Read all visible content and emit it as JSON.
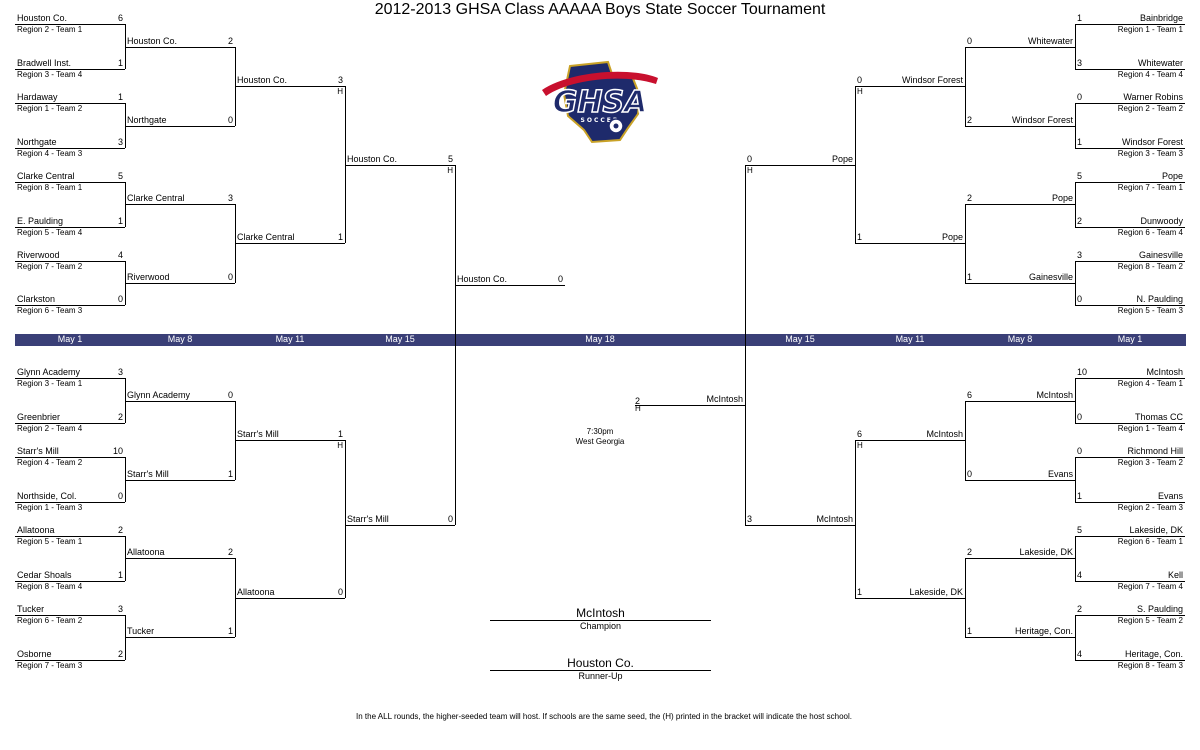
{
  "title": "2012-2013 GHSA Class AAAAA Boys State Soccer Tournament",
  "footnote": "In the ALL rounds, the higher-seeded team will host.  If schools are the same seed, the (H) printed in the bracket will indicate the host school.",
  "logo": {
    "text": "GHSA",
    "subtext": "SOCCER"
  },
  "dates": [
    "May 1",
    "May 8",
    "May 11",
    "May 15",
    "May 18",
    "May 15",
    "May 11",
    "May 8",
    "May 1"
  ],
  "final": {
    "home_marker": "H",
    "time": "7:30pm",
    "venue": "West Georgia"
  },
  "results": {
    "champion": {
      "name": "McIntosh",
      "label": "Champion"
    },
    "runner_up": {
      "name": "Houston Co.",
      "label": "Runner-Up"
    }
  },
  "colors": {
    "date_bar": "#3a3f77",
    "logo_navy": "#1e2a6b",
    "logo_red": "#c8102e",
    "logo_gold": "#c9a227"
  },
  "first_round_left": [
    {
      "name": "Houston Co.",
      "region": "Region 2 - Team 1",
      "score": "6"
    },
    {
      "name": "Bradwell Inst.",
      "region": "Region 3 - Team 4",
      "score": "1"
    },
    {
      "name": "Hardaway",
      "region": "Region 1 - Team 2",
      "score": "1"
    },
    {
      "name": "Northgate",
      "region": "Region 4 - Team 3",
      "score": "3"
    },
    {
      "name": "Clarke Central",
      "region": "Region 8 - Team 1",
      "score": "5"
    },
    {
      "name": "E. Paulding",
      "region": "Region 5 - Team 4",
      "score": "1"
    },
    {
      "name": "Riverwood",
      "region": "Region 7 - Team 2",
      "score": "4"
    },
    {
      "name": "Clarkston",
      "region": "Region 6 - Team 3",
      "score": "0"
    },
    {
      "name": "Glynn Academy",
      "region": "Region 3 - Team 1",
      "score": "3"
    },
    {
      "name": "Greenbrier",
      "region": "Region 2 - Team 4",
      "score": "2"
    },
    {
      "name": "Starr's Mill",
      "region": "Region 4 - Team 2",
      "score": "10"
    },
    {
      "name": "Northside, Col.",
      "region": "Region 1 - Team 3",
      "score": "0"
    },
    {
      "name": "Allatoona",
      "region": "Region 5 - Team 1",
      "score": "2"
    },
    {
      "name": "Cedar Shoals",
      "region": "Region 8 - Team 4",
      "score": "1"
    },
    {
      "name": "Tucker",
      "region": "Region 6 - Team 2",
      "score": "3"
    },
    {
      "name": "Osborne",
      "region": "Region 7 - Team 3",
      "score": "2"
    }
  ],
  "second_round_left": [
    {
      "name": "Houston Co.",
      "score": "2"
    },
    {
      "name": "Northgate",
      "score": "0"
    },
    {
      "name": "Clarke Central",
      "score": "3"
    },
    {
      "name": "Riverwood",
      "score": "0"
    },
    {
      "name": "Glynn Academy",
      "score": "0"
    },
    {
      "name": "Starr's Mill",
      "score": "1"
    },
    {
      "name": "Allatoona",
      "score": "2"
    },
    {
      "name": "Tucker",
      "score": "1"
    }
  ],
  "quarterfinal_left": [
    {
      "name": "Houston Co.",
      "score": "3",
      "host": "H"
    },
    {
      "name": "Clarke Central",
      "score": "1",
      "host": ""
    },
    {
      "name": "Starr's Mill",
      "score": "1",
      "host": "H"
    },
    {
      "name": "Allatoona",
      "score": "0",
      "host": ""
    }
  ],
  "semifinal_left": [
    {
      "name": "Houston Co.",
      "score": "5",
      "host": "H"
    },
    {
      "name": "Starr's Mill",
      "score": "0",
      "host": ""
    }
  ],
  "final_left": {
    "name": "Houston Co.",
    "score": "0"
  },
  "final_right": {
    "name": "McIntosh",
    "score": "2"
  },
  "semifinal_right": [
    {
      "name": "Pope",
      "score": "0",
      "host": "H"
    },
    {
      "name": "McIntosh",
      "score": "3",
      "host": ""
    }
  ],
  "quarterfinal_right": [
    {
      "name": "Windsor Forest",
      "score": "0",
      "host": "H"
    },
    {
      "name": "Pope",
      "score": "1",
      "host": ""
    },
    {
      "name": "McIntosh",
      "score": "6",
      "host": "H"
    },
    {
      "name": "Lakeside, DK",
      "score": "1",
      "host": ""
    }
  ],
  "second_round_right": [
    {
      "name": "Whitewater",
      "score": "0"
    },
    {
      "name": "Windsor Forest",
      "score": "2"
    },
    {
      "name": "Pope",
      "score": "2"
    },
    {
      "name": "Gainesville",
      "score": "1"
    },
    {
      "name": "McIntosh",
      "score": "6"
    },
    {
      "name": "Evans",
      "score": "0"
    },
    {
      "name": "Lakeside, DK",
      "score": "2"
    },
    {
      "name": "Heritage, Con.",
      "score": "1"
    }
  ],
  "first_round_right": [
    {
      "name": "Bainbridge",
      "region": "Region 1 - Team 1",
      "score": "1"
    },
    {
      "name": "Whitewater",
      "region": "Region 4 - Team 4",
      "score": "3"
    },
    {
      "name": "Warner Robins",
      "region": "Region 2 - Team 2",
      "score": "0"
    },
    {
      "name": "Windsor Forest",
      "region": "Region 3 - Team 3",
      "score": "1"
    },
    {
      "name": "Pope",
      "region": "Region 7 - Team 1",
      "score": "5"
    },
    {
      "name": "Dunwoody",
      "region": "Region 6 - Team 4",
      "score": "2"
    },
    {
      "name": "Gainesville",
      "region": "Region 8 - Team 2",
      "score": "3"
    },
    {
      "name": "N. Paulding",
      "region": "Region 5 - Team 3",
      "score": "0"
    },
    {
      "name": "McIntosh",
      "region": "Region 4 - Team 1",
      "score": "10"
    },
    {
      "name": "Thomas CC",
      "region": "Region 1 - Team 4",
      "score": "0"
    },
    {
      "name": "Richmond Hill",
      "region": "Region 3 - Team 2",
      "score": "0"
    },
    {
      "name": "Evans",
      "region": "Region 2 - Team 3",
      "score": "1"
    },
    {
      "name": "Lakeside, DK",
      "region": "Region 6 - Team 1",
      "score": "5"
    },
    {
      "name": "Kell",
      "region": "Region 7 - Team 4",
      "score": "4"
    },
    {
      "name": "S. Paulding",
      "region": "Region 5 - Team 2",
      "score": "2"
    },
    {
      "name": "Heritage, Con.",
      "region": "Region 8 - Team 3",
      "score": "4"
    }
  ]
}
